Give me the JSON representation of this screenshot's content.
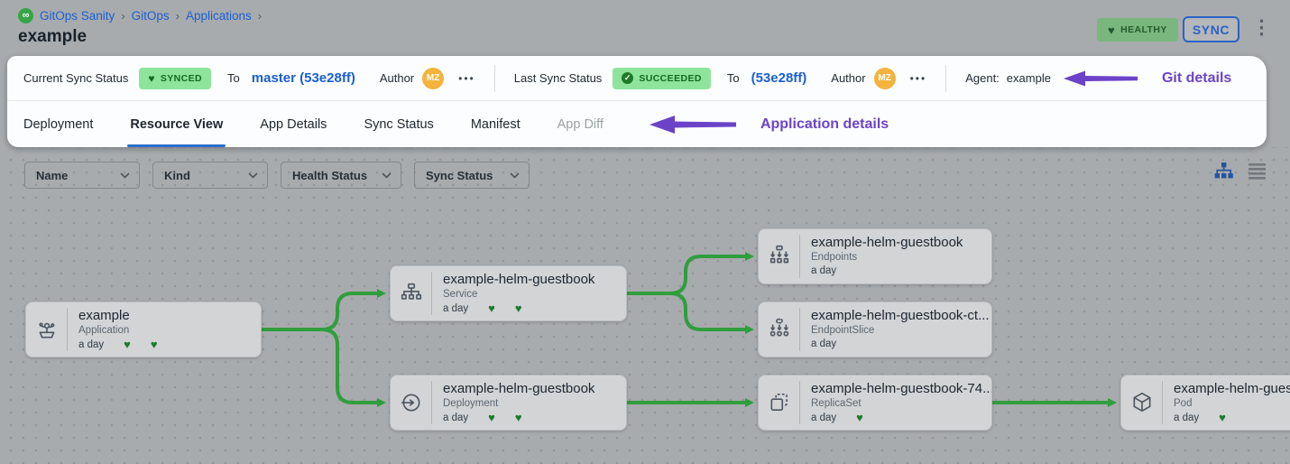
{
  "breadcrumb": {
    "items": [
      "GitOps Sanity",
      "GitOps",
      "Applications"
    ],
    "separator": "›"
  },
  "page": {
    "title": "example"
  },
  "header": {
    "health_badge": "HEALTHY",
    "sync_button": "SYNC"
  },
  "sync_bar": {
    "current": {
      "label": "Current Sync Status",
      "badge": "SYNCED",
      "to": "To",
      "commit": "master (53e28ff)",
      "author": "Author",
      "avatar": "MZ"
    },
    "last": {
      "label": "Last Sync Status",
      "badge": "SUCCEEDED",
      "to": "To",
      "commit": "(53e28ff)",
      "author": "Author",
      "avatar": "MZ"
    },
    "agent_label": "Agent:",
    "agent_value": "example",
    "annotation": "Git details"
  },
  "tabs": {
    "items": [
      "Deployment",
      "Resource View",
      "App Details",
      "Sync Status",
      "Manifest",
      "App Diff"
    ],
    "active": "Resource View",
    "annotation": "Application details"
  },
  "filters": [
    "Name",
    "Kind",
    "Health Status",
    "Sync Status"
  ],
  "nodes": [
    {
      "title": "example",
      "kind": "Application",
      "age": "a day",
      "hearts": 2
    },
    {
      "title": "example-helm-guestbook",
      "kind": "Service",
      "age": "a day",
      "hearts": 2
    },
    {
      "title": "example-helm-guestbook",
      "kind": "Deployment",
      "age": "a day",
      "hearts": 2
    },
    {
      "title": "example-helm-guestbook",
      "kind": "Endpoints",
      "age": "a day",
      "hearts": 0
    },
    {
      "title": "example-helm-guestbook-ct...",
      "kind": "EndpointSlice",
      "age": "a day",
      "hearts": 0
    },
    {
      "title": "example-helm-guestbook-74...",
      "kind": "ReplicaSet",
      "age": "a day",
      "hearts": 1
    },
    {
      "title": "example-helm-guest",
      "kind": "Pod",
      "age": "a day",
      "hearts": 1
    }
  ],
  "icons": {
    "heart": "♥",
    "check": "✓",
    "infinity": "∞",
    "kebab": "⋮",
    "ellipsis": "•••"
  },
  "colors": {
    "accent_blue": "#1b5fd0",
    "annotation_purple": "#6c43c8",
    "edge_green": "#2f9e3d",
    "badge_green_bg": "#8de49a",
    "badge_green_text": "#15691d",
    "avatar_orange": "#f3b33d"
  }
}
